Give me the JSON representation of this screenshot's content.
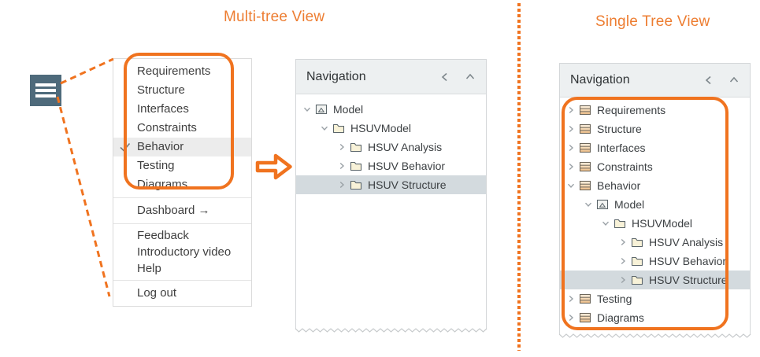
{
  "titles": {
    "multi": "Multi-tree View",
    "single": "Single Tree View"
  },
  "menu": {
    "view_items": [
      {
        "label": "Requirements"
      },
      {
        "label": "Structure"
      },
      {
        "label": "Interfaces"
      },
      {
        "label": "Constraints"
      },
      {
        "label": "Behavior",
        "checked": true
      },
      {
        "label": "Testing"
      },
      {
        "label": "Diagrams"
      }
    ],
    "dashboard": "Dashboard →",
    "links": [
      "Feedback",
      "Introductory video",
      "Help"
    ],
    "logout": "Log out",
    "menu_icon": "hamburger-menu-icon",
    "check_icon": "checkmark-icon"
  },
  "left_panel": {
    "title": "Navigation",
    "header_icons": [
      "chevron-left-icon",
      "chevron-up-icon"
    ],
    "tree": [
      {
        "label": "Model",
        "level": 0,
        "chevron": "down",
        "icon": "model"
      },
      {
        "label": "HSUVModel",
        "level": 1,
        "chevron": "down",
        "icon": "folder"
      },
      {
        "label": "HSUV Analysis",
        "level": 2,
        "chevron": "right",
        "icon": "folder"
      },
      {
        "label": "HSUV Behavior",
        "level": 2,
        "chevron": "right",
        "icon": "folder"
      },
      {
        "label": "HSUV Structure",
        "level": 2,
        "chevron": "right",
        "icon": "folder",
        "selected": true
      }
    ]
  },
  "right_panel": {
    "title": "Navigation",
    "header_icons": [
      "chevron-left-icon",
      "chevron-up-icon"
    ],
    "tree": [
      {
        "label": "Requirements",
        "level": 0,
        "chevron": "right",
        "icon": "stack"
      },
      {
        "label": "Structure",
        "level": 0,
        "chevron": "right",
        "icon": "stack"
      },
      {
        "label": "Interfaces",
        "level": 0,
        "chevron": "right",
        "icon": "stack"
      },
      {
        "label": "Constraints",
        "level": 0,
        "chevron": "right",
        "icon": "stack"
      },
      {
        "label": "Behavior",
        "level": 0,
        "chevron": "down",
        "icon": "stack"
      },
      {
        "label": "Model",
        "level": 1,
        "chevron": "down",
        "icon": "model"
      },
      {
        "label": "HSUVModel",
        "level": 2,
        "chevron": "down",
        "icon": "folder"
      },
      {
        "label": "HSUV Analysis",
        "level": 3,
        "chevron": "right",
        "icon": "folder"
      },
      {
        "label": "HSUV Behavior",
        "level": 3,
        "chevron": "right",
        "icon": "folder"
      },
      {
        "label": "HSUV Structure",
        "level": 3,
        "chevron": "right",
        "icon": "folder",
        "selected": true
      },
      {
        "label": "Testing",
        "level": 0,
        "chevron": "right",
        "icon": "stack"
      },
      {
        "label": "Diagrams",
        "level": 0,
        "chevron": "right",
        "icon": "stack"
      }
    ]
  },
  "colors": {
    "accent": "#F0731F",
    "title_text": "#ED7D31",
    "selected_row": "#D3DADE",
    "header_bg": "#EDF0F1",
    "hamburger_bg": "#4E6A7B",
    "folder_fill": "#F8F2D8",
    "stack_fill_top": "#FCF3E2",
    "stack_fill_bottom": "#EFBE87"
  }
}
